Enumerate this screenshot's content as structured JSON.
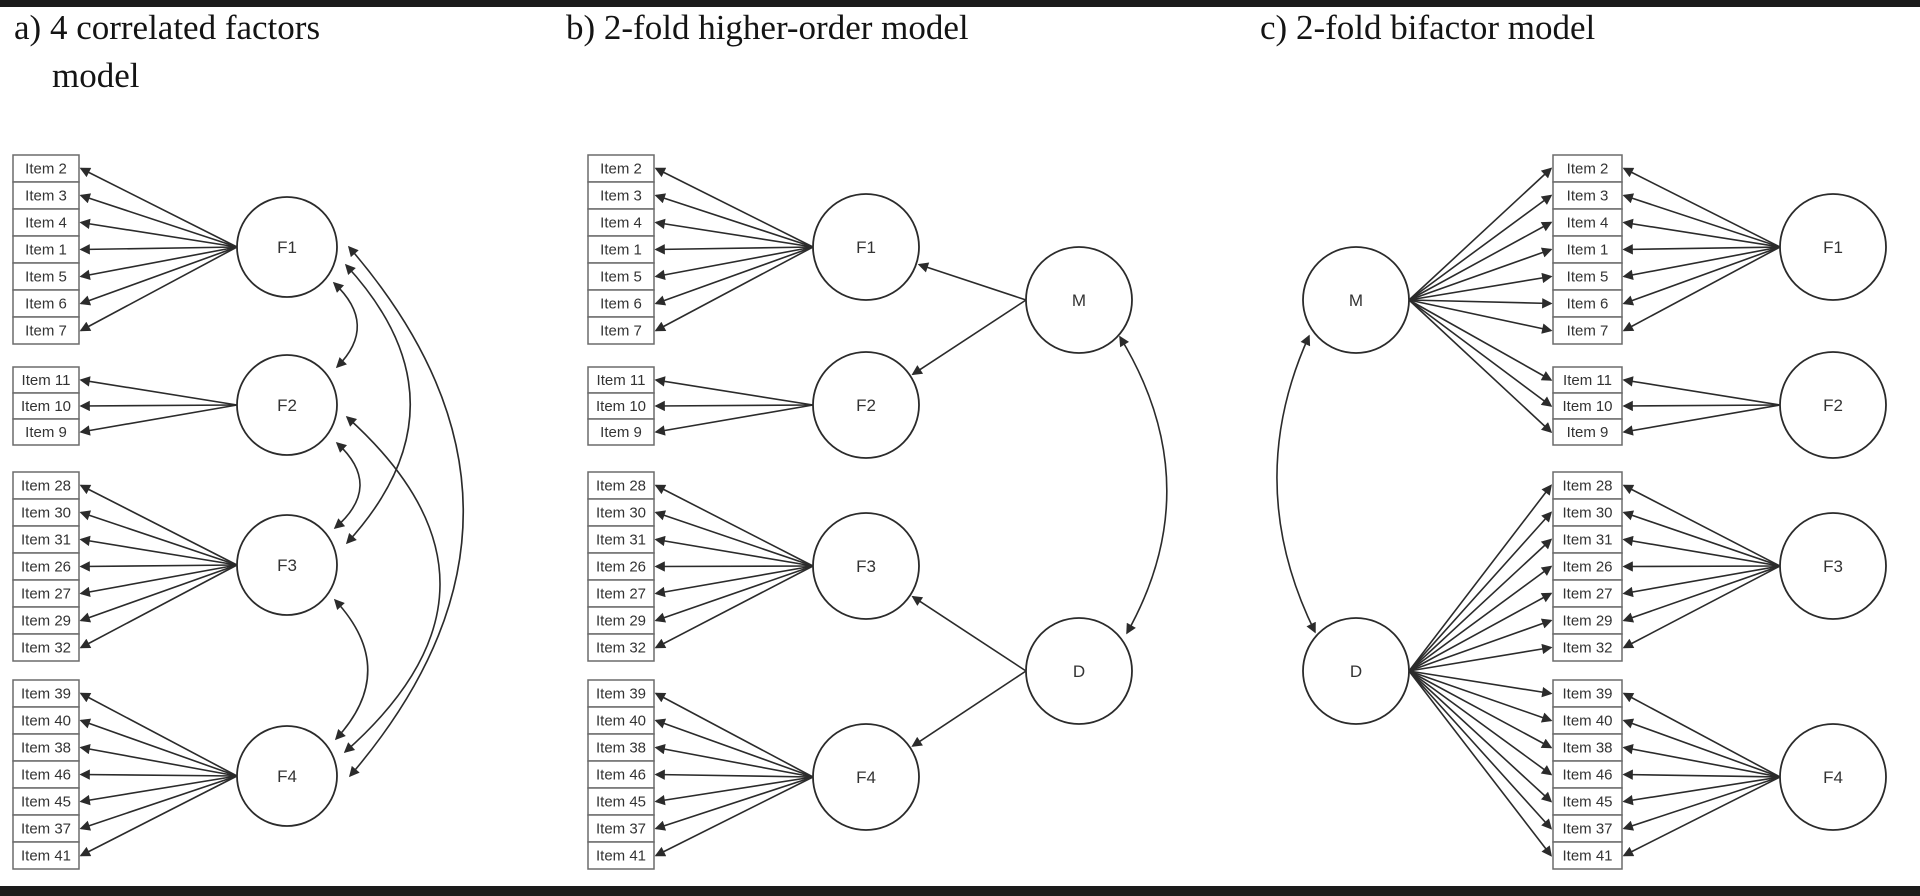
{
  "figure": {
    "description": "Three structural equation model path diagrams",
    "colors": {
      "ink": "#2b2b2b",
      "box_border": "#6b6b6b",
      "text": "#333333",
      "rule": "#1b1b1b",
      "background": "#ffffff"
    },
    "factors": [
      {
        "name": "F1",
        "items": [
          "Item 2",
          "Item 3",
          "Item 4",
          "Item 1",
          "Item 5",
          "Item 6",
          "Item 7"
        ]
      },
      {
        "name": "F2",
        "items": [
          "Item 11",
          "Item 10",
          "Item 9"
        ]
      },
      {
        "name": "F3",
        "items": [
          "Item 28",
          "Item 30",
          "Item 31",
          "Item 26",
          "Item 27",
          "Item 29",
          "Item 32"
        ]
      },
      {
        "name": "F4",
        "items": [
          "Item 39",
          "Item 40",
          "Item 38",
          "Item 46",
          "Item 45",
          "Item 37",
          "Item 41"
        ]
      }
    ],
    "panels": [
      {
        "id": "a",
        "title_line1": "a) 4 correlated factors",
        "title_line2": "model",
        "type": "correlated-factors",
        "correlations": [
          [
            "F1",
            "F2"
          ],
          [
            "F1",
            "F3"
          ],
          [
            "F1",
            "F4"
          ],
          [
            "F2",
            "F3"
          ],
          [
            "F2",
            "F4"
          ],
          [
            "F3",
            "F4"
          ]
        ]
      },
      {
        "id": "b",
        "title": "b) 2-fold higher-order model",
        "type": "higher-order",
        "higher_order_factors": [
          {
            "name": "M",
            "loads_on": [
              "F1",
              "F2"
            ]
          },
          {
            "name": "D",
            "loads_on": [
              "F3",
              "F4"
            ]
          }
        ],
        "correlations": [
          [
            "M",
            "D"
          ]
        ]
      },
      {
        "id": "c",
        "title": "c) 2-fold bifactor model",
        "type": "bifactor",
        "general_factors": [
          {
            "name": "M",
            "spans": [
              "F1",
              "F2"
            ]
          },
          {
            "name": "D",
            "spans": [
              "F3",
              "F4"
            ]
          }
        ],
        "correlations": [
          [
            "M",
            "D"
          ]
        ]
      }
    ]
  }
}
